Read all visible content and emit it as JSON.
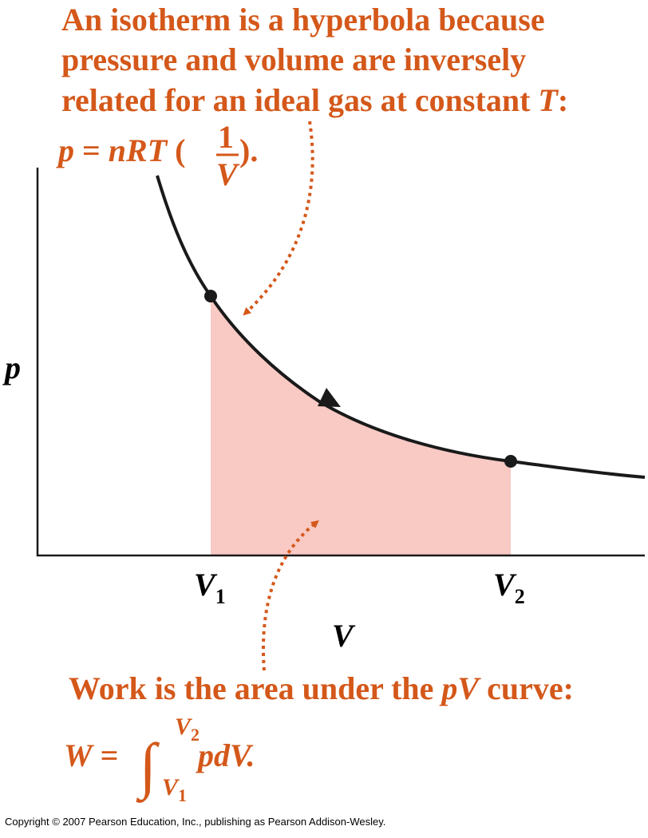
{
  "top_annotation": {
    "line1": "An isotherm is a hyperbola because",
    "line2": "pressure and volume are inversely",
    "line3_prefix": "related for an ideal gas at constant ",
    "line3_T": "T",
    "line3_suffix": ":",
    "formula_lhs": "p",
    "formula_eq": " = ",
    "formula_nRT": "nRT",
    "formula_open": " (",
    "formula_num": "1",
    "formula_den": "V",
    "formula_close": ")."
  },
  "axes": {
    "y_label": "p",
    "x_label": "V",
    "v1_main": "V",
    "v1_sub": "1",
    "v2_main": "V",
    "v2_sub": "2"
  },
  "bottom_annotation": {
    "line1_prefix": "Work is the area under the ",
    "line1_pV": "pV",
    "line1_suffix": " curve:",
    "W": "W",
    "eq": " =",
    "integral": "∫",
    "upper_main": "V",
    "upper_sub": "2",
    "lower_main": "V",
    "lower_sub": "1",
    "integrand": "pdV."
  },
  "colors": {
    "annotation": "#d4581a",
    "shaded_area": "#f9c9c4",
    "curve": "#1a1a1a"
  },
  "copyright": "Copyright © 2007 Pearson Education, Inc., publishing as Pearson Addison-Wesley."
}
